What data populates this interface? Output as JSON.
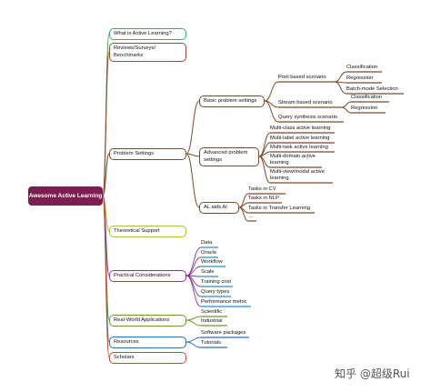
{
  "root": {
    "label": "Awesome Active Learning"
  },
  "branches": [
    {
      "label": "What is Active Learning?",
      "color": "#3fa86b"
    },
    {
      "label": "Reviews/Surveys/ Benchmarks",
      "color": "#9b4a2e"
    },
    {
      "label": "Problem Settings",
      "color": "#7b4a2a",
      "children": [
        {
          "label": "Basic problem settings",
          "children": [
            {
              "label": "Pool based scenario",
              "children": [
                "Classification",
                "Regression",
                "Batch-mode Selection"
              ]
            },
            {
              "label": "Stream based scenario",
              "children": [
                "Classification",
                "Regression"
              ]
            },
            {
              "label": "Query synthesis scenario"
            }
          ]
        },
        {
          "label": "Advanced problem settings",
          "children": [
            "Multi-class active learning",
            "Multi-label active learning",
            "Multi-task active learning",
            "Multi-domain active learning",
            "Multi-view/modal active learning"
          ]
        },
        {
          "label": "AL aids AI",
          "children": [
            "Tasks in CV",
            "Tasks in NLP",
            "Tasks in Transfer Learning",
            "..."
          ]
        }
      ]
    },
    {
      "label": "Theoretical Support",
      "color": "#a9c23a"
    },
    {
      "label": "Practical Considerations",
      "color": "#8a3a9a",
      "children": [
        "Data",
        "Oracle",
        "Workflow",
        "Scale",
        "Training cost",
        "Query types",
        "Performance metric"
      ],
      "leaf_color": "#2a8fc0"
    },
    {
      "label": "Real-World Applications",
      "color": "#6a9a2a",
      "children": [
        "Scientific",
        "Industrial"
      ]
    },
    {
      "label": "Resources",
      "color": "#2a6fb0",
      "children": [
        "Software packages",
        "Tutorials"
      ]
    },
    {
      "label": "Scholars",
      "color": "#c0502a"
    }
  ],
  "watermark": "知乎 @超级Rui"
}
